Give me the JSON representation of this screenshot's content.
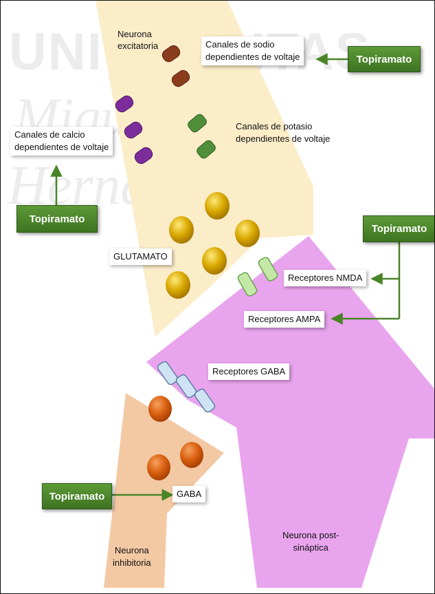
{
  "watermark": {
    "lines": [
      "UNIVERSITAS",
      "Miguel",
      "Hernández"
    ]
  },
  "colors": {
    "excitatory": "#fcebc4",
    "postsynaptic": "#e9a4ee",
    "inhibitory": "#f3c9a4",
    "topiramato": "#4a8428",
    "sodium_channel": "#8a3c1c",
    "calcium_channel": "#7b2d9c",
    "potassium_channel": "#4f8f3b",
    "glutamate_vesicle": "#c99a00",
    "gaba_vesicle": "#d35c12",
    "gaba_receptor": "#cfe3f5",
    "ampa_nmda_receptor": "#c3e8a8"
  },
  "labels": {
    "neurona_excitatoria": "Neurona\nexcitatoria",
    "sodio": "Canales de sodio\ndependientes de voltaje",
    "calcio": "Canales de calcio\ndependientes de voltaje",
    "potasio": "Canales de potasio\ndependientes de voltaje",
    "glutamato": "GLUTAMATO",
    "nmda": "Receptores NMDA",
    "ampa": "Receptores AMPA",
    "gaba_receptores": "Receptores GABA",
    "gaba": "GABA",
    "neurona_inhibitoria": "Neurona\ninhibitoria",
    "neurona_post": "Neurona post-\nsináptica"
  },
  "topiramato": {
    "sodio": "Topiramato",
    "calcio": "Topiramato",
    "receptores": "Topiramato",
    "gaba": "Topiramato"
  }
}
